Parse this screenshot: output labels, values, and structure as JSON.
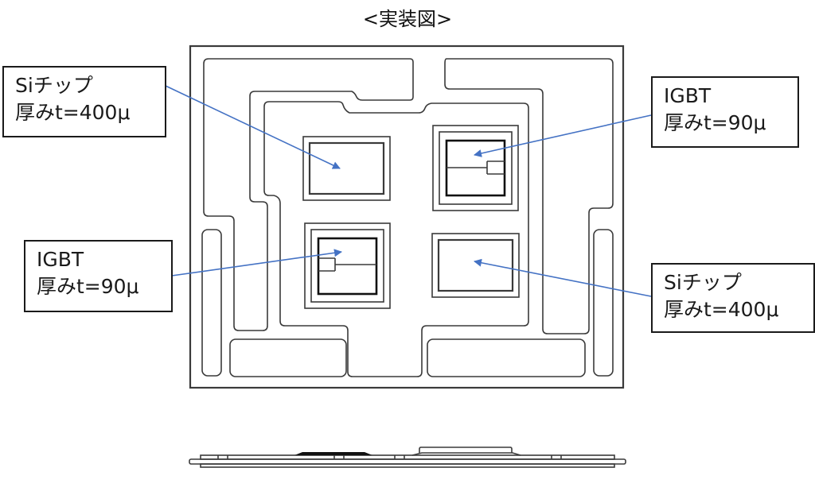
{
  "title": "<実装図>",
  "colors": {
    "outline": "#3a3a3a",
    "leader_line": "#4472c4",
    "text": "#1a1a1a",
    "background": "#ffffff"
  },
  "labels": [
    {
      "id": "si-chip-top-left",
      "line1": "Siチップ",
      "line2": "厚みt=400μ",
      "points_to": "si-chip-upper-left"
    },
    {
      "id": "igbt-top-right",
      "line1": "IGBT",
      "line2": "厚みt=90μ",
      "points_to": "igbt-upper-right"
    },
    {
      "id": "igbt-bottom-left",
      "line1": "IGBT",
      "line2": "厚みt=90μ",
      "points_to": "igbt-lower-left"
    },
    {
      "id": "si-chip-bottom-right",
      "line1": "Siチップ",
      "line2": "厚みt=400μ",
      "points_to": "si-chip-lower-right"
    }
  ],
  "views": {
    "top": "plan-view",
    "bottom": "side-view"
  }
}
